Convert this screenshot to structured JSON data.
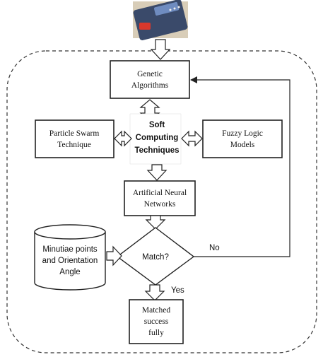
{
  "nodes": {
    "genetic_algorithms": [
      "Genetic",
      "Algorithms"
    ],
    "soft_computing": [
      "Soft",
      "Computing",
      "Techniques"
    ],
    "particle_swarm": [
      "Particle Swarm",
      "Technique"
    ],
    "fuzzy_logic": [
      "Fuzzy Logic",
      "Models"
    ],
    "ann": [
      "Artificial Neural",
      "Networks"
    ],
    "decision": "Match?",
    "minutiae": [
      "Minutiae points",
      "and Orientation",
      "Angle"
    ],
    "matched": [
      "Matched",
      "success",
      "fully"
    ]
  },
  "edges": {
    "no_label": "No",
    "yes_label": "Yes"
  },
  "colors": {
    "stroke": "#222222",
    "device_body": "#3a4a6a",
    "device_light": "#d9382c",
    "device_panel": "#6f8cc0"
  },
  "icons": {
    "top_image": "fingerprint-scanner-device-icon"
  }
}
